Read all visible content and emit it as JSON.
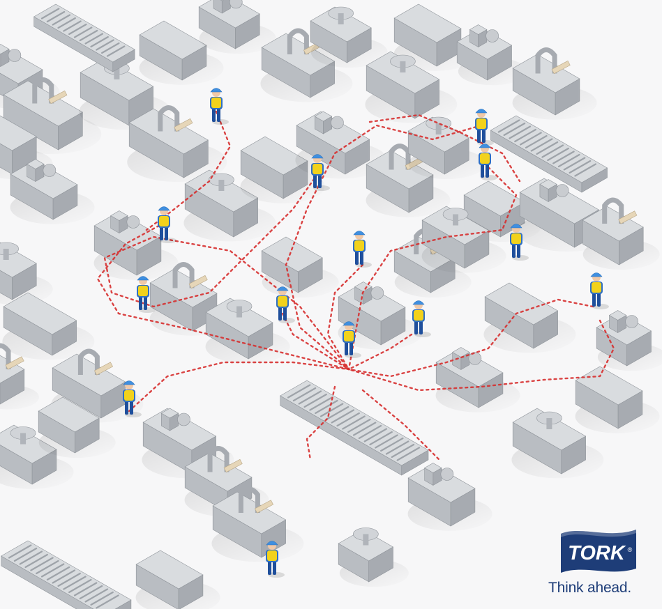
{
  "brand": {
    "logo_text": "TORK",
    "registered_mark": "®",
    "tagline": "Think ahead."
  },
  "colors": {
    "background": "#f7f7f8",
    "machine_top": "#d9dcdf",
    "machine_left": "#b9bdc2",
    "machine_right": "#a7abb1",
    "worker_helmet": "#3f8fe0",
    "worker_vest": "#f2d21c",
    "worker_pants": "#1f4f9c",
    "footprints": "#d62f2f",
    "brand_blue": "#1e3d78",
    "wood": "#e6d6b8"
  },
  "icons": [
    "worker-figure",
    "machine-block",
    "conveyor-belt",
    "footprint-trail",
    "tork-logo"
  ]
}
